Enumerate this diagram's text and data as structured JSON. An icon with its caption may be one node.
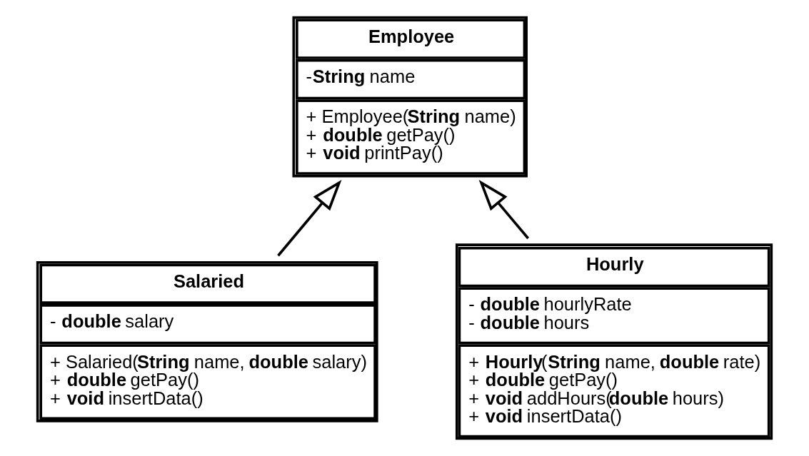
{
  "diagram": {
    "nodes": [
      {
        "text": [
          "Employee",
          "-**String** name",
          "+ Employee(**String** name) + **double** getPay() + **void** printPay()"
        ]
      },
      {
        "text": [
          "Salaried",
          "- **double** salary",
          "+ Salaried(**String** name, **double** salary) + **double** getPay() + **void** insertData()"
        ]
      },
      {
        "text": [
          "Hourly",
          "- **double** hourlyRate - **double** hours",
          "+ **Hourly**(**String** name, **double** rate) + **double** getPay() + **void** addHours(**double** hours) + **void** insertData()"
        ]
      }
    ],
    "edges": [
      {
        "from": 1,
        "to": 0,
        "arrow": "to"
      },
      {
        "from": 2,
        "to": 0,
        "arrow": "to"
      }
    ]
  }
}
